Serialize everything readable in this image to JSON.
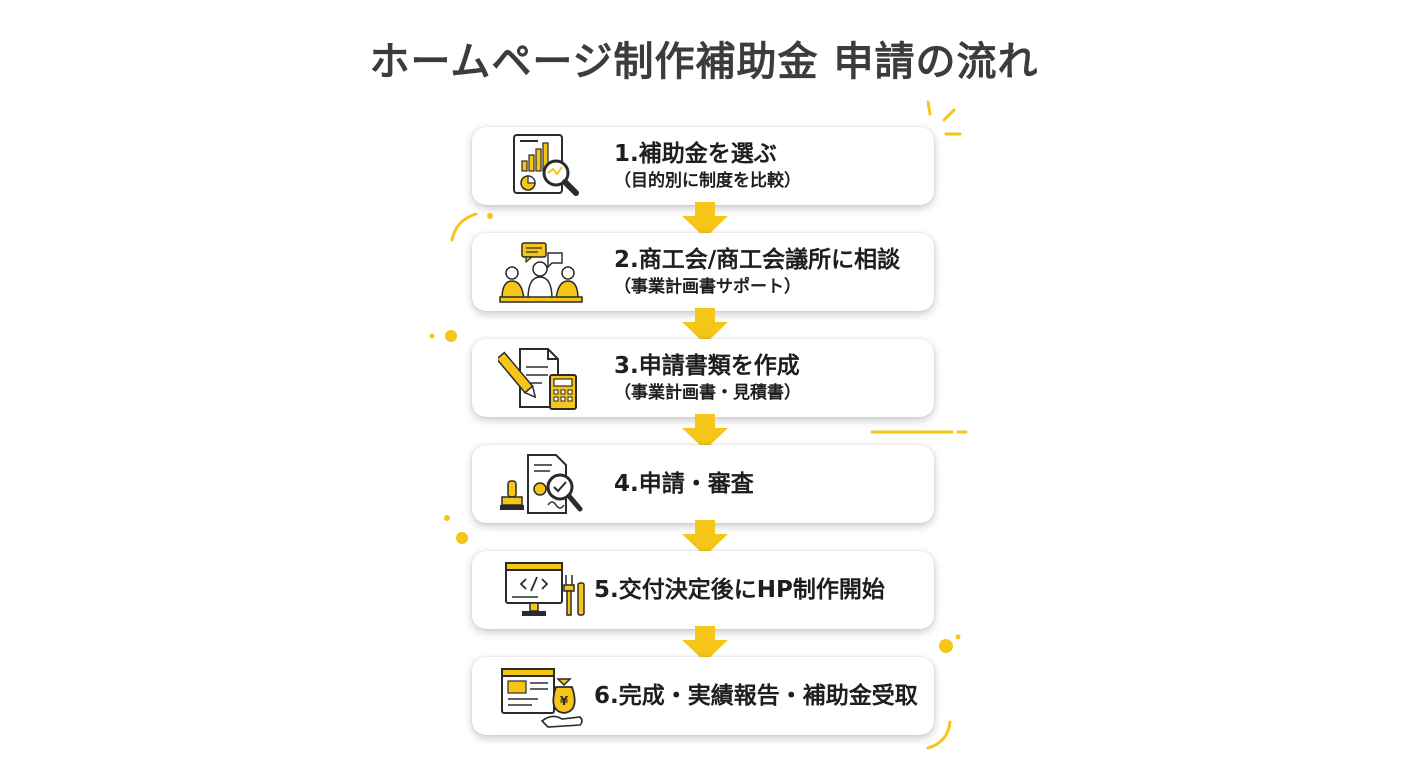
{
  "title": "ホームページ制作補助金 申請の流れ",
  "colors": {
    "accent": "#F5C518",
    "text": "#1E1E1E",
    "title": "#3C3C3C",
    "icon_stroke": "#2B2B2B"
  },
  "steps": [
    {
      "label": "1.補助金を選ぶ",
      "sub": "（目的別に制度を比較）",
      "icon": "chart-magnifier-icon"
    },
    {
      "label": "2.商工会/商工会議所に相談",
      "sub": "（事業計画書サポート）",
      "icon": "meeting-icon"
    },
    {
      "label": "3.申請書類を作成",
      "sub": "（事業計画書・見積書）",
      "icon": "document-calculator-icon"
    },
    {
      "label": "4.申請・審査",
      "sub": "",
      "icon": "stamp-review-icon"
    },
    {
      "label": "5.交付決定後にHP制作開始",
      "sub": "",
      "icon": "code-monitor-tools-icon"
    },
    {
      "label": "6.完成・実績報告・補助金受取",
      "sub": "",
      "icon": "webpage-money-bag-icon"
    }
  ]
}
